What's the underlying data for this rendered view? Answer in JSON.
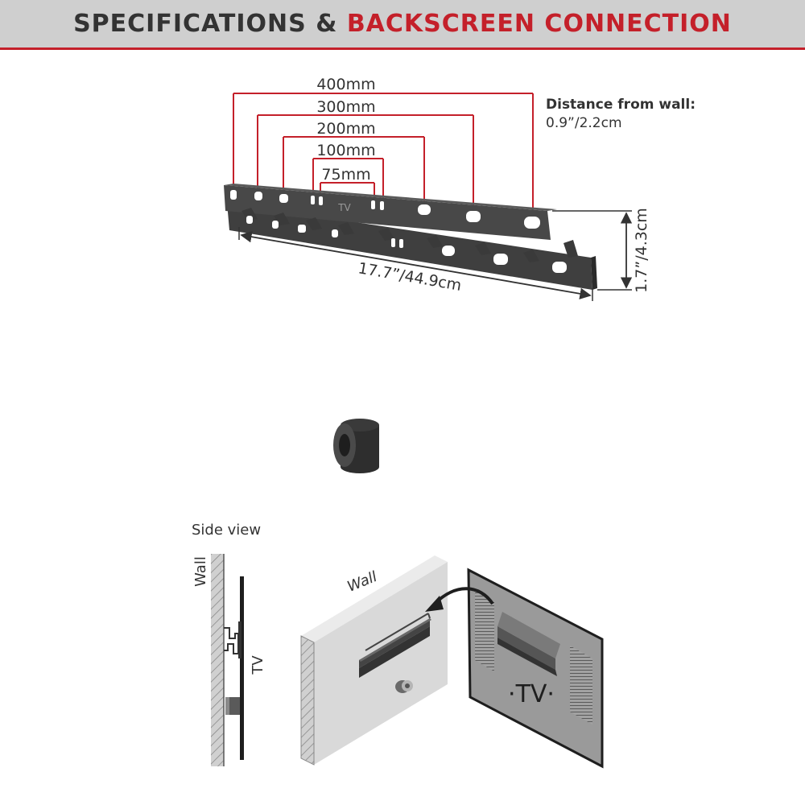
{
  "header": {
    "title_part1": "SPECIFICATIONS &",
    "title_part2": "BACKSCREEN CONNECTION"
  },
  "colors": {
    "accent": "#c4202a",
    "header_bg": "#cfcfcf",
    "text": "#333333",
    "bracket": "#3a3a3a",
    "wall": "#d9d9d9",
    "tv_panel": "#9a9a9a"
  },
  "bracket_spec": {
    "hole_spacing_labels": [
      "400mm",
      "300mm",
      "200mm",
      "100mm",
      "75mm"
    ],
    "distance_label": "Distance from wall:",
    "distance_value": "0.9”/2.2cm",
    "width_label": "17.7”/44.9cm",
    "height_label": "1.7”/4.3cm",
    "bracket_marking": "TV"
  },
  "side_view": {
    "title": "Side view",
    "wall_label": "Wall",
    "tv_label": "TV"
  },
  "installation": {
    "wall_label": "Wall",
    "tv_label": "·TV·"
  },
  "icons": [
    "spacer-icon",
    "curved-arrow-icon"
  ]
}
